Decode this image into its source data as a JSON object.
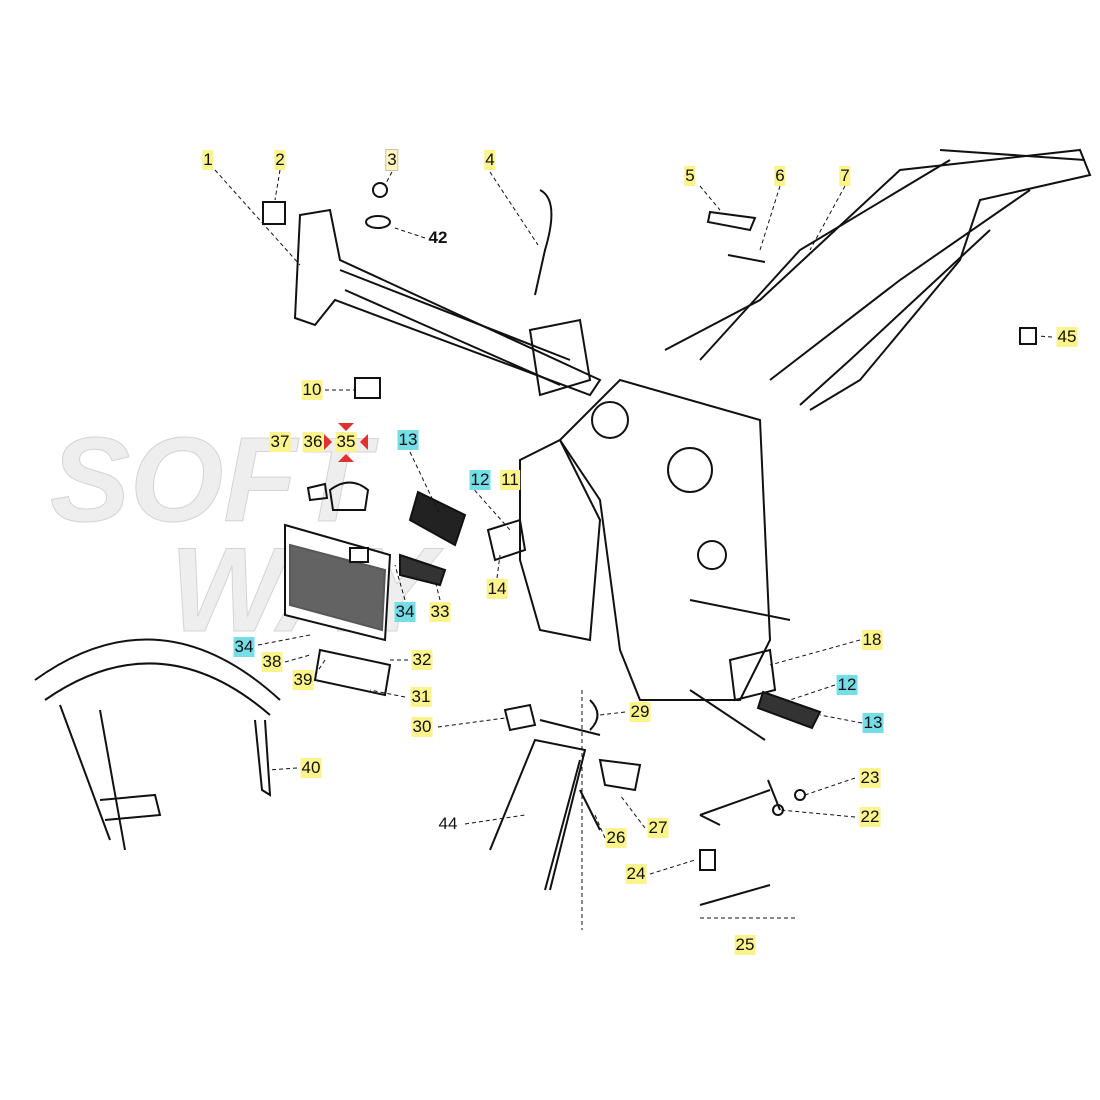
{
  "watermark": [
    "SOFT",
    "WAY"
  ],
  "colors": {
    "yellow": "#fbf38c",
    "cyan": "#74dde6",
    "marker": "#e03030"
  },
  "callouts": [
    {
      "text": "1",
      "style": "yellow"
    },
    {
      "text": "2",
      "style": "yellow"
    },
    {
      "text": "3",
      "style": "boxed"
    },
    {
      "text": "4",
      "style": "yellow"
    },
    {
      "text": "5",
      "style": "yellow"
    },
    {
      "text": "6",
      "style": "yellow"
    },
    {
      "text": "7",
      "style": "yellow"
    },
    {
      "text": "42",
      "style": "plain bold"
    },
    {
      "text": "45",
      "style": "yellow"
    },
    {
      "text": "10",
      "style": "yellow"
    },
    {
      "text": "37",
      "style": "yellow"
    },
    {
      "text": "36",
      "style": "yellow"
    },
    {
      "text": "35",
      "style": "yellow"
    },
    {
      "text": "13",
      "style": "cyan"
    },
    {
      "text": "12",
      "style": "cyan"
    },
    {
      "text": "11",
      "style": "yellow"
    },
    {
      "text": "14",
      "style": "yellow"
    },
    {
      "text": "34",
      "style": "cyan"
    },
    {
      "text": "33",
      "style": "yellow"
    },
    {
      "text": "34",
      "style": "cyan"
    },
    {
      "text": "38",
      "style": "yellow"
    },
    {
      "text": "39",
      "style": "yellow"
    },
    {
      "text": "32",
      "style": "yellow"
    },
    {
      "text": "31",
      "style": "yellow"
    },
    {
      "text": "18",
      "style": "yellow"
    },
    {
      "text": "12",
      "style": "cyan"
    },
    {
      "text": "13",
      "style": "cyan"
    },
    {
      "text": "30",
      "style": "yellow"
    },
    {
      "text": "29",
      "style": "yellow"
    },
    {
      "text": "40",
      "style": "yellow"
    },
    {
      "text": "23",
      "style": "yellow"
    },
    {
      "text": "22",
      "style": "yellow"
    },
    {
      "text": "44",
      "style": "plain"
    },
    {
      "text": "26",
      "style": "yellow"
    },
    {
      "text": "27",
      "style": "yellow"
    },
    {
      "text": "24",
      "style": "yellow"
    },
    {
      "text": "25",
      "style": "yellow"
    }
  ]
}
